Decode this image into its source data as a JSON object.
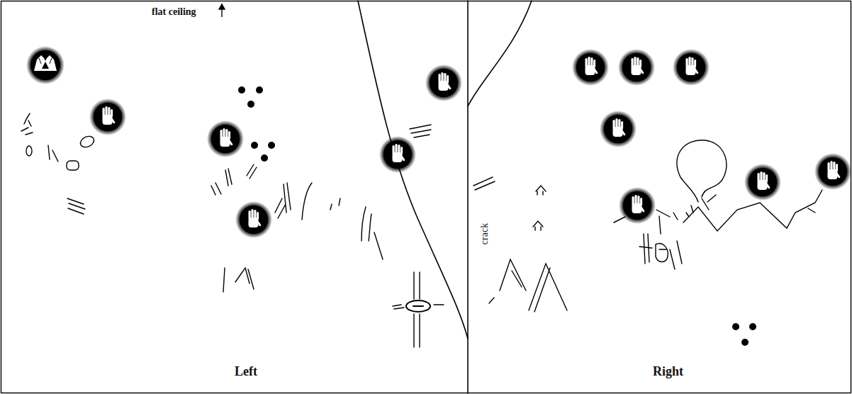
{
  "diagram": {
    "labels": [
      "flat ceiling",
      "crack",
      "Left",
      "Right"
    ]
  }
}
